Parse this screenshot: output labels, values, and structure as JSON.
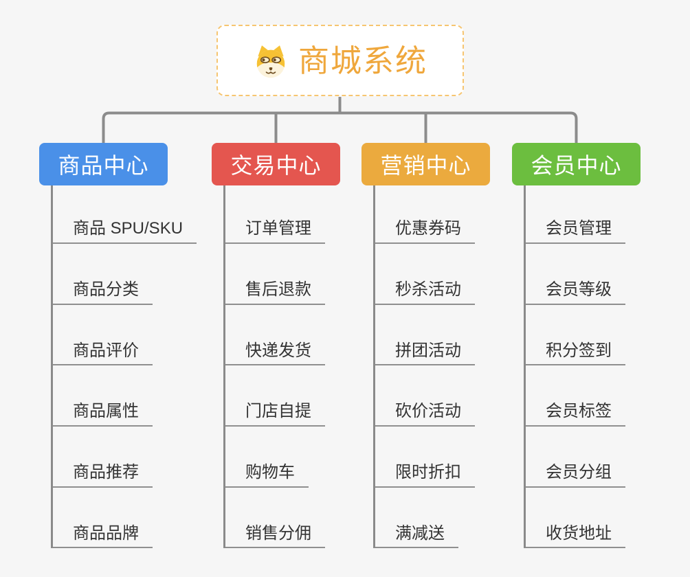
{
  "background_color": "#f6f6f6",
  "connector_color": "#8c8c8c",
  "root": {
    "title": "商城系统",
    "icon": "dog-face-icon",
    "title_color": "#EFA73C",
    "border_color": "#F6C570"
  },
  "branches": [
    {
      "label": "商品中心",
      "color": "#4A90E8",
      "items": [
        "商品 SPU/SKU",
        "商品分类",
        "商品评价",
        "商品属性",
        "商品推荐",
        "商品品牌"
      ]
    },
    {
      "label": "交易中心",
      "color": "#E4564F",
      "items": [
        "订单管理",
        "售后退款",
        "快递发货",
        "门店自提",
        "购物车",
        "销售分佣"
      ]
    },
    {
      "label": "营销中心",
      "color": "#EBAA3E",
      "items": [
        "优惠券码",
        "秒杀活动",
        "拼团活动",
        "砍价活动",
        "限时折扣",
        "满减送"
      ]
    },
    {
      "label": "会员中心",
      "color": "#6CBE3F",
      "items": [
        "会员管理",
        "会员等级",
        "积分签到",
        "会员标签",
        "会员分组",
        "收货地址"
      ]
    }
  ]
}
